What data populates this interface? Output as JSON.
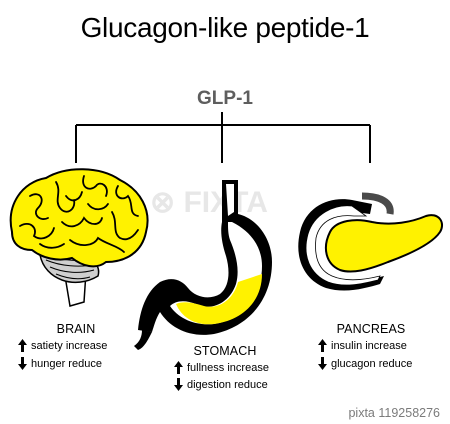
{
  "title": "Glucagon-like peptide-1",
  "subtitle": "GLP-1",
  "colors": {
    "organ_fill": "#fff200",
    "outline": "#000000",
    "stroke_gray": "#4a4a4a",
    "heading_gray": "#5e5e5e"
  },
  "organs": [
    {
      "label": "BRAIN",
      "effects": [
        {
          "direction": "up",
          "text": "satiety increase"
        },
        {
          "direction": "down",
          "text": "hunger reduce"
        }
      ]
    },
    {
      "label": "STOMACH",
      "effects": [
        {
          "direction": "up",
          "text": "fullness increase"
        },
        {
          "direction": "down",
          "text": "digestion reduce"
        }
      ]
    },
    {
      "label": "PANCREAS",
      "effects": [
        {
          "direction": "up",
          "text": "insulin increase"
        },
        {
          "direction": "down",
          "text": "glucagon reduce"
        }
      ]
    }
  ],
  "watermark": {
    "brand": "FIXTA",
    "stock_id": "119258276"
  },
  "icons": [
    "up-arrow-icon",
    "down-arrow-icon",
    "brain-icon",
    "stomach-icon",
    "pancreas-icon"
  ]
}
